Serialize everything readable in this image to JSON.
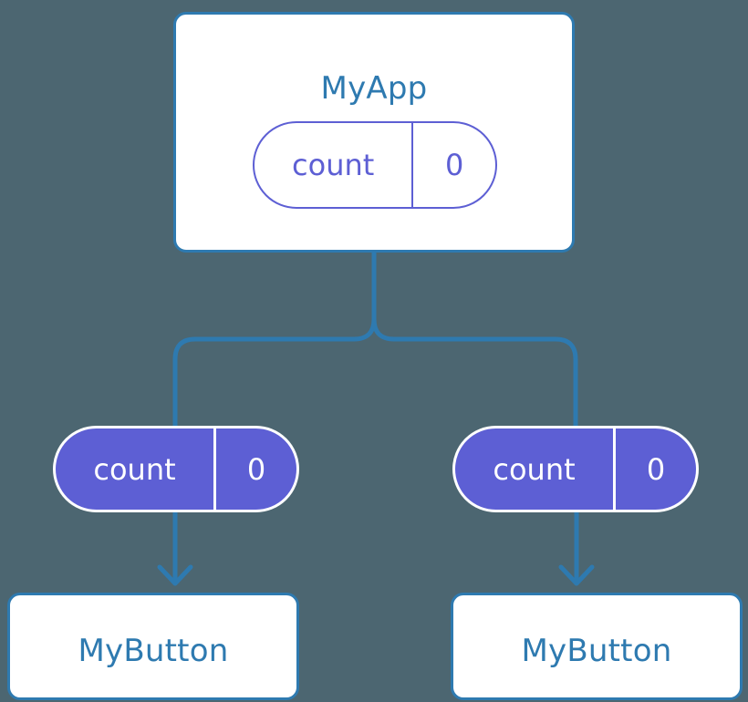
{
  "diagram": {
    "title": "MyApp",
    "background_color": "#4c6671",
    "accent_component_color": "#2e7ab0",
    "accent_state_color": "#5d5fd4",
    "state_text_color": "#ffffff",
    "root": {
      "label": "MyApp",
      "state": {
        "key": "count",
        "value": "0"
      }
    },
    "children": [
      {
        "state": {
          "key": "count",
          "value": "0"
        },
        "component": {
          "label": "MyButton"
        }
      },
      {
        "state": {
          "key": "count",
          "value": "0"
        },
        "component": {
          "label": "MyButton"
        }
      }
    ],
    "connectors": [
      {
        "name": "root-to-branch-trunk",
        "kind": "line",
        "color": "#2e7ab0"
      },
      {
        "name": "branch-split",
        "kind": "fork",
        "color": "#2e7ab0"
      },
      {
        "name": "branch-to-left-state",
        "kind": "line",
        "color": "#2e7ab0"
      },
      {
        "name": "branch-to-right-state",
        "kind": "line",
        "color": "#2e7ab0"
      },
      {
        "name": "left-state-to-left-button",
        "kind": "arrow",
        "color": "#2e7ab0"
      },
      {
        "name": "right-state-to-right-button",
        "kind": "arrow",
        "color": "#2e7ab0"
      }
    ]
  }
}
